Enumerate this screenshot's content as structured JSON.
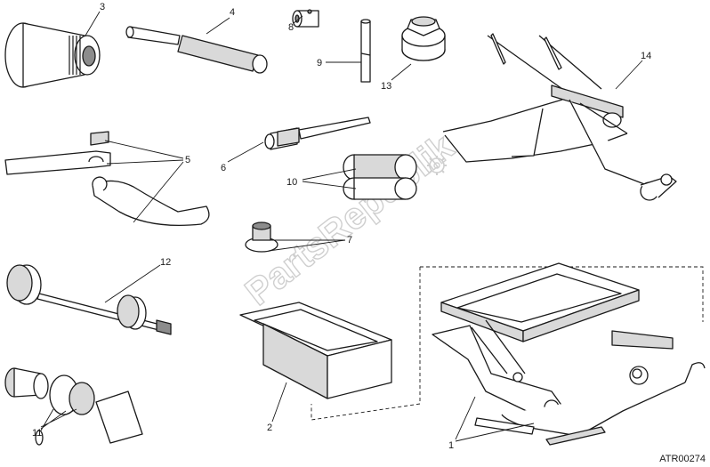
{
  "callouts": [
    "1",
    "2",
    "3",
    "4",
    "5",
    "6",
    "7",
    "8",
    "9",
    "10",
    "11",
    "12",
    "13",
    "14"
  ],
  "watermark": "PartsRepublik",
  "reference_code": "ATR00274"
}
